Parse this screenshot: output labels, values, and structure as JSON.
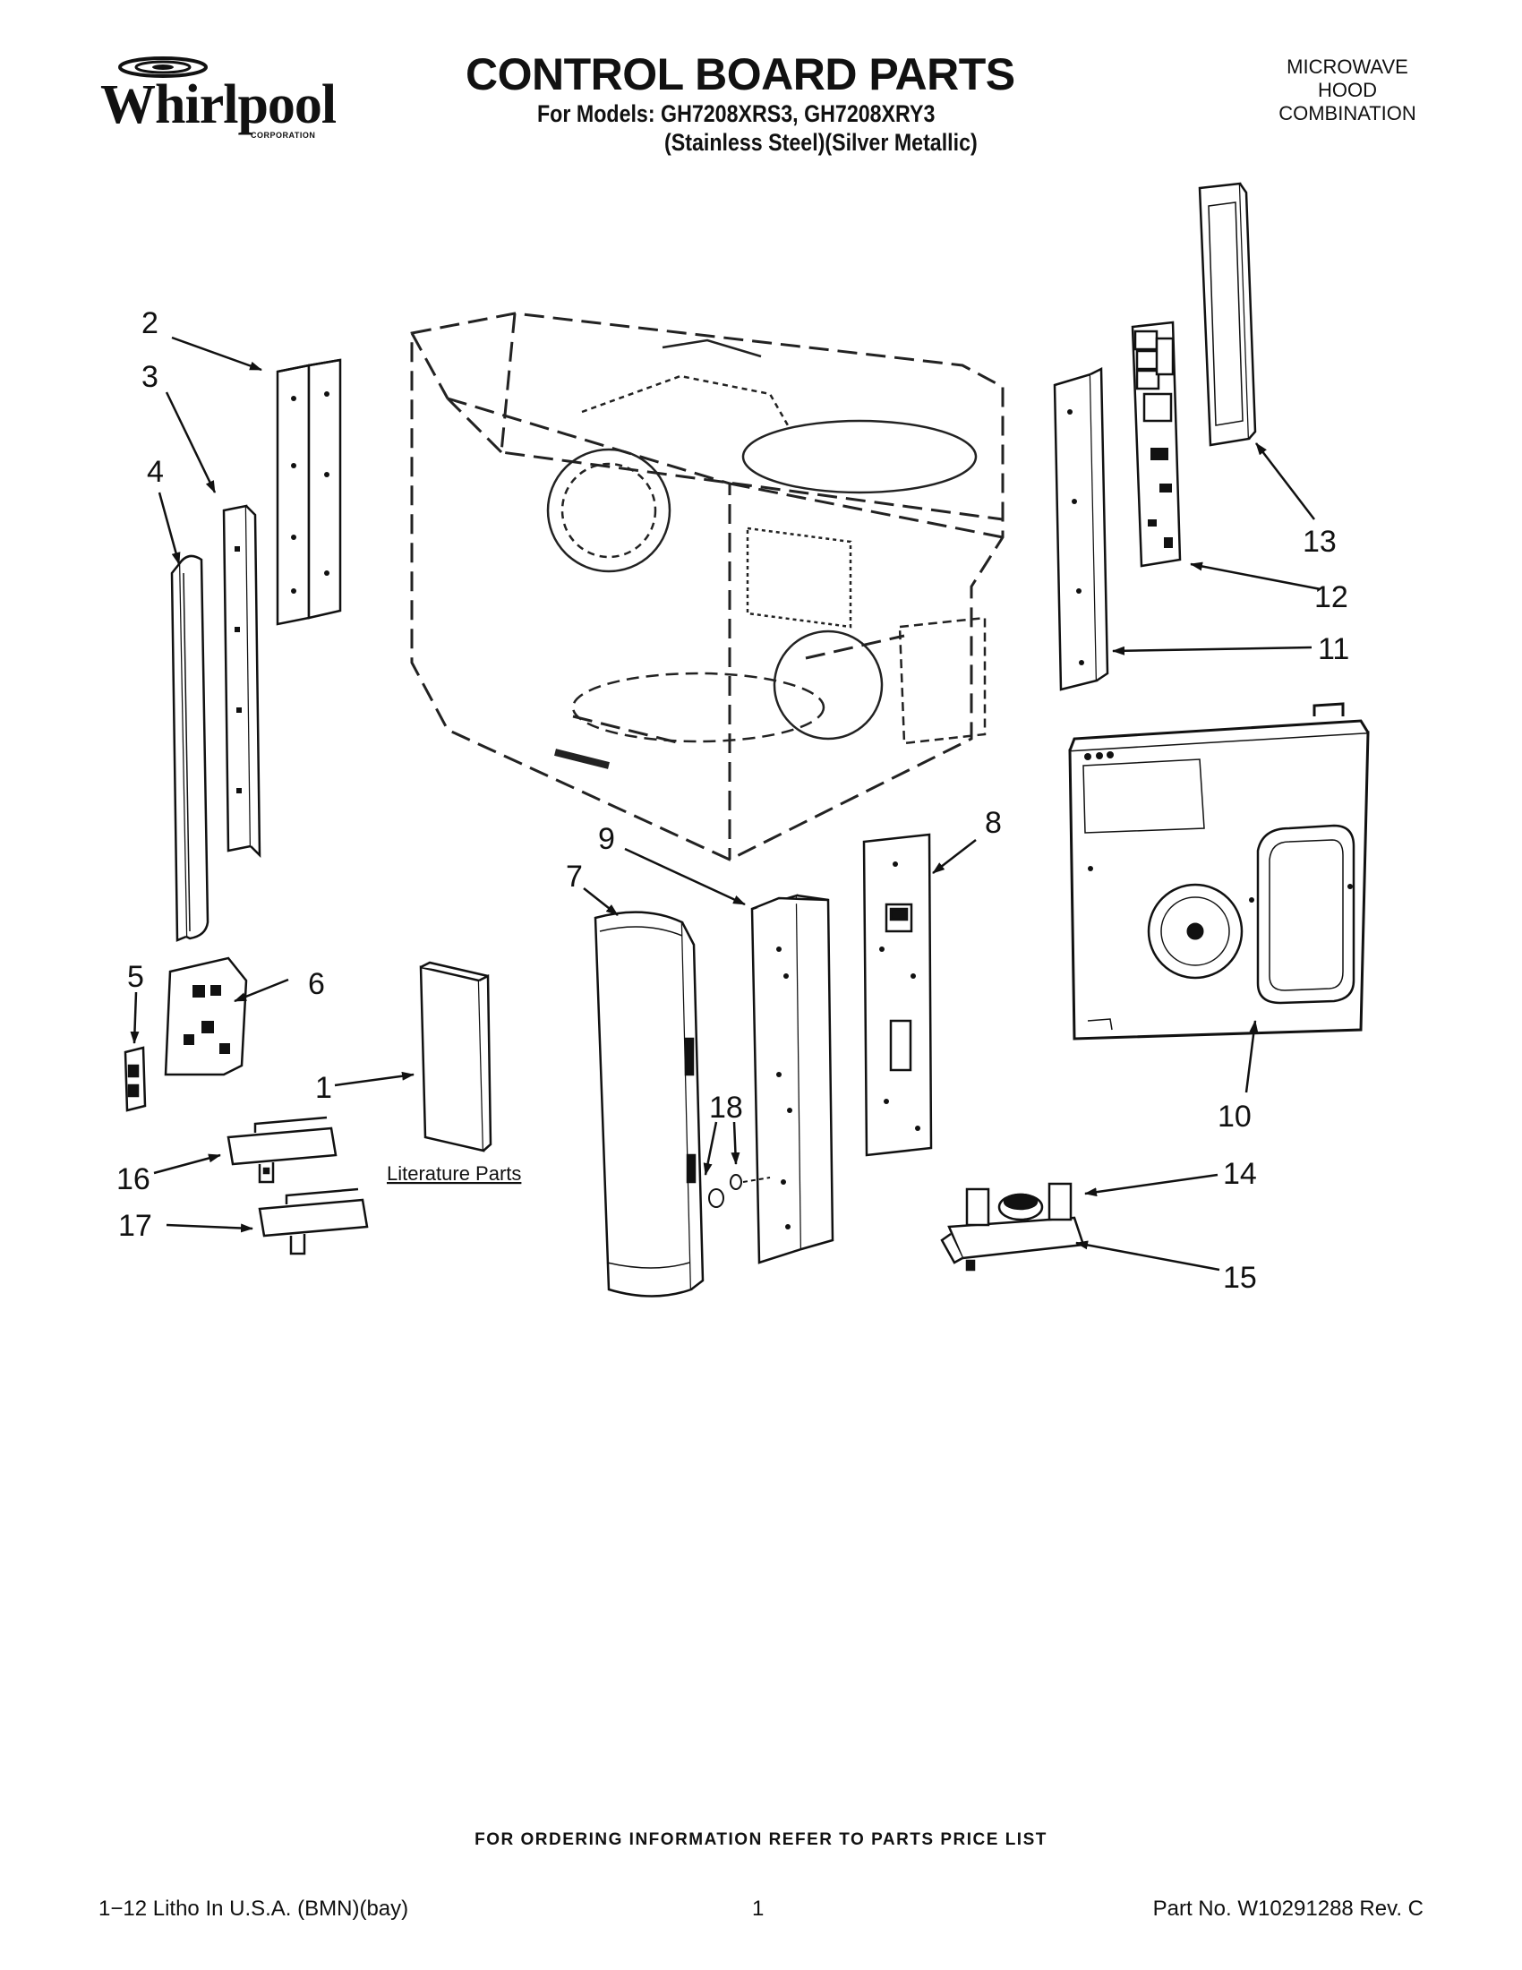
{
  "header": {
    "brand": "Whirlpool",
    "brand_sub": "CORPORATION",
    "title": "CONTROL BOARD PARTS",
    "models": "For Models: GH7208XRS3, GH7208XRY3",
    "variants": "(Stainless Steel)(Silver Metallic)",
    "product_type": [
      "MICROWAVE",
      "HOOD",
      "COMBINATION"
    ]
  },
  "diagram": {
    "literature_label": "Literature Parts",
    "callouts": {
      "c1": "1",
      "c2": "2",
      "c3": "3",
      "c4": "4",
      "c5": "5",
      "c6": "6",
      "c7": "7",
      "c8": "8",
      "c9": "9",
      "c10": "10",
      "c11": "11",
      "c12": "12",
      "c13": "13",
      "c14": "14",
      "c15": "15",
      "c16": "16",
      "c17": "17",
      "c18": "18"
    }
  },
  "footer": {
    "order_info": "FOR ORDERING INFORMATION REFER TO PARTS PRICE LIST",
    "litho": "1−12 Litho In U.S.A. (BMN)(bay)",
    "page": "1",
    "part_no": "Part No. W10291288 Rev. C"
  }
}
